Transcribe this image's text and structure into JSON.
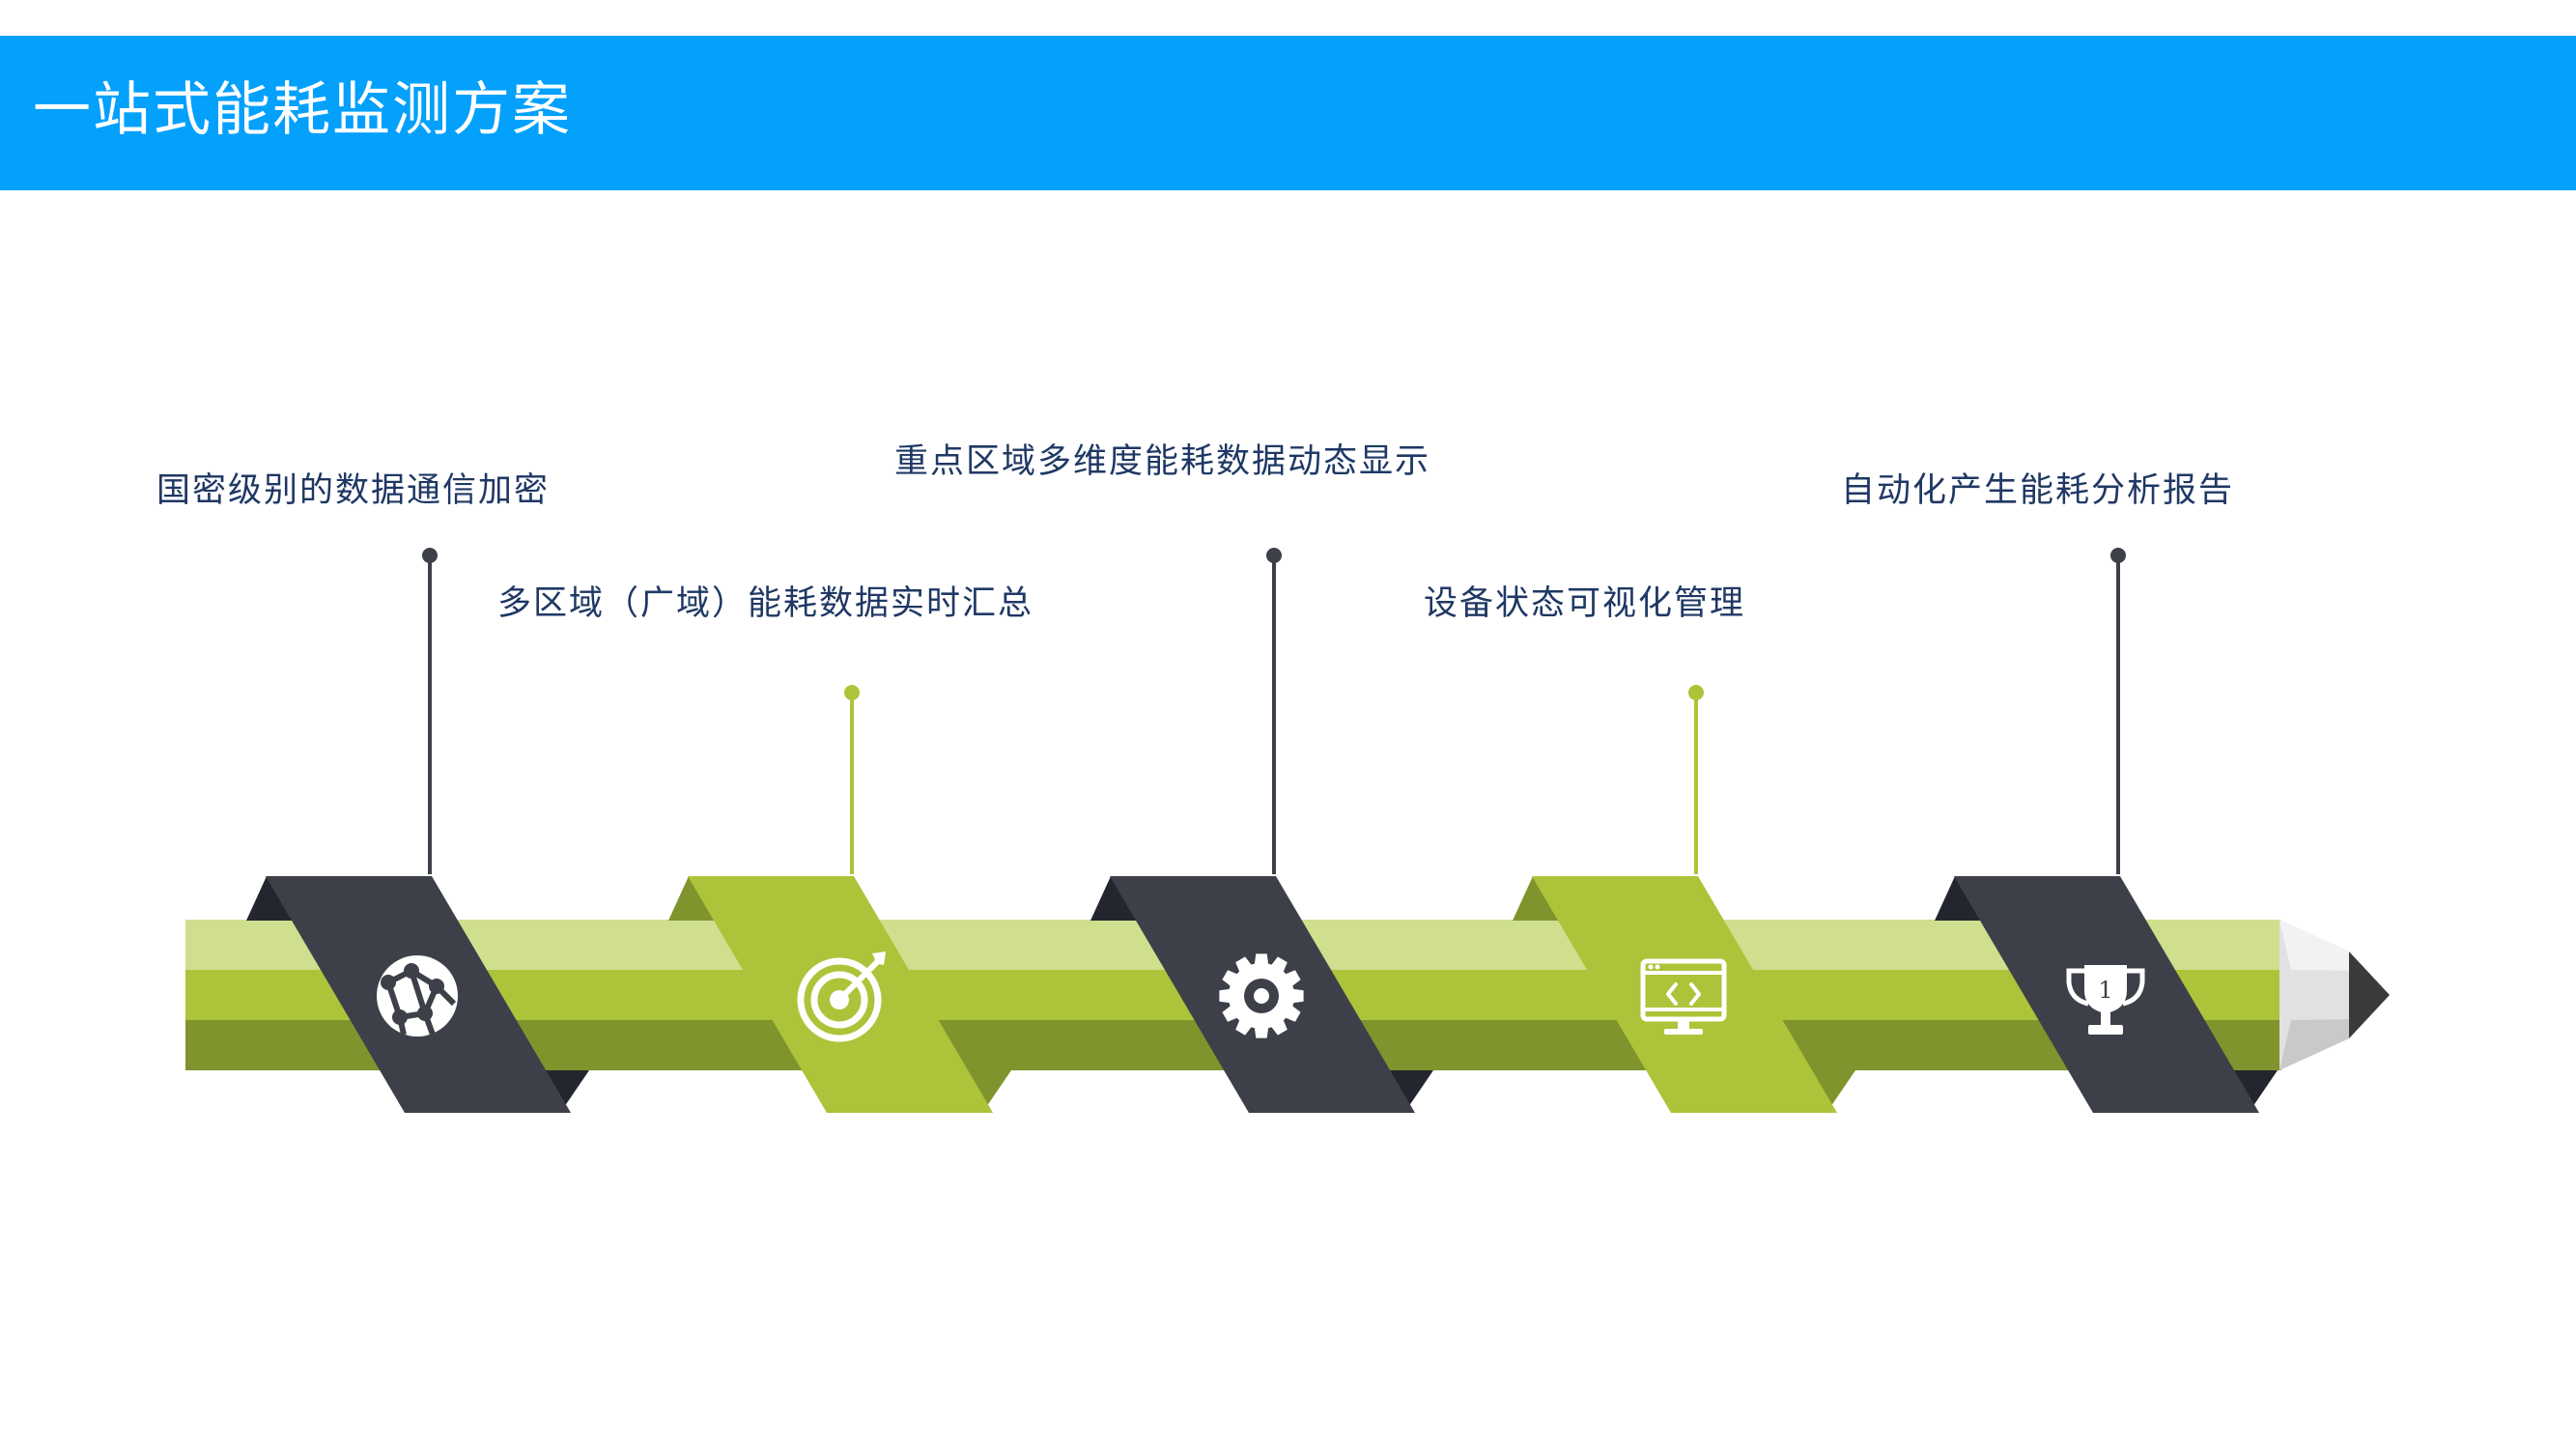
{
  "header": {
    "title": "一站式能耗监测方案"
  },
  "colors": {
    "header_bg": "#03a0fc",
    "title_text": "#ffffff",
    "label_text": "#1f3864",
    "pencil_light": "#cfdf8e",
    "pencil_mid": "#adc43a",
    "pencil_dark": "#7f942c",
    "band_dark": "#3d4049",
    "band_dark_shadow": "#23262e",
    "band_green": "#adc43a",
    "band_green_shadow": "#7f942c",
    "stem_dark": "#3d4049",
    "stem_green": "#adc43a",
    "tip_wood": "#e1e1e1",
    "tip_lead": "#3a3a3a"
  },
  "steps": [
    {
      "label": "国密级别的数据通信加密",
      "icon": "globe-network-icon",
      "style": "dark"
    },
    {
      "label": "多区域（广域）能耗数据实时汇总",
      "icon": "target-icon",
      "style": "green"
    },
    {
      "label": "重点区域多维度能耗数据动态显示",
      "icon": "gear-icon",
      "style": "dark"
    },
    {
      "label": "设备状态可视化管理",
      "icon": "monitor-code-icon",
      "style": "green"
    },
    {
      "label": "自动化产生能耗分析报告",
      "icon": "trophy-icon",
      "style": "dark"
    }
  ],
  "trophy_rank": "1"
}
